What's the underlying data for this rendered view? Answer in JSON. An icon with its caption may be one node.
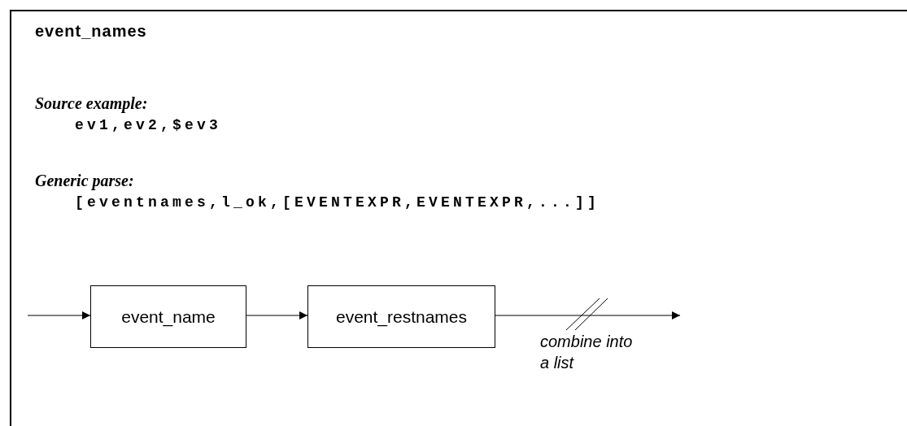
{
  "diagram": {
    "title": "event_names",
    "nodes": [
      {
        "text": [
          "event_name"
        ]
      },
      {
        "text": [
          "event_restnames"
        ]
      }
    ],
    "edges": [
      {
        "from": null,
        "to": 0,
        "arrow": "to"
      },
      {
        "from": 0,
        "to": 1,
        "arrow": "to"
      },
      {
        "from": 1,
        "to": null,
        "arrow": "to",
        "label": "combine into a list"
      }
    ],
    "labels": [
      "Source example:",
      "ev1,ev2,$ev3",
      "Generic parse:",
      "[eventnames,l_ok,[EVENTEXPR,EVENTEXPR,...]]"
    ]
  }
}
